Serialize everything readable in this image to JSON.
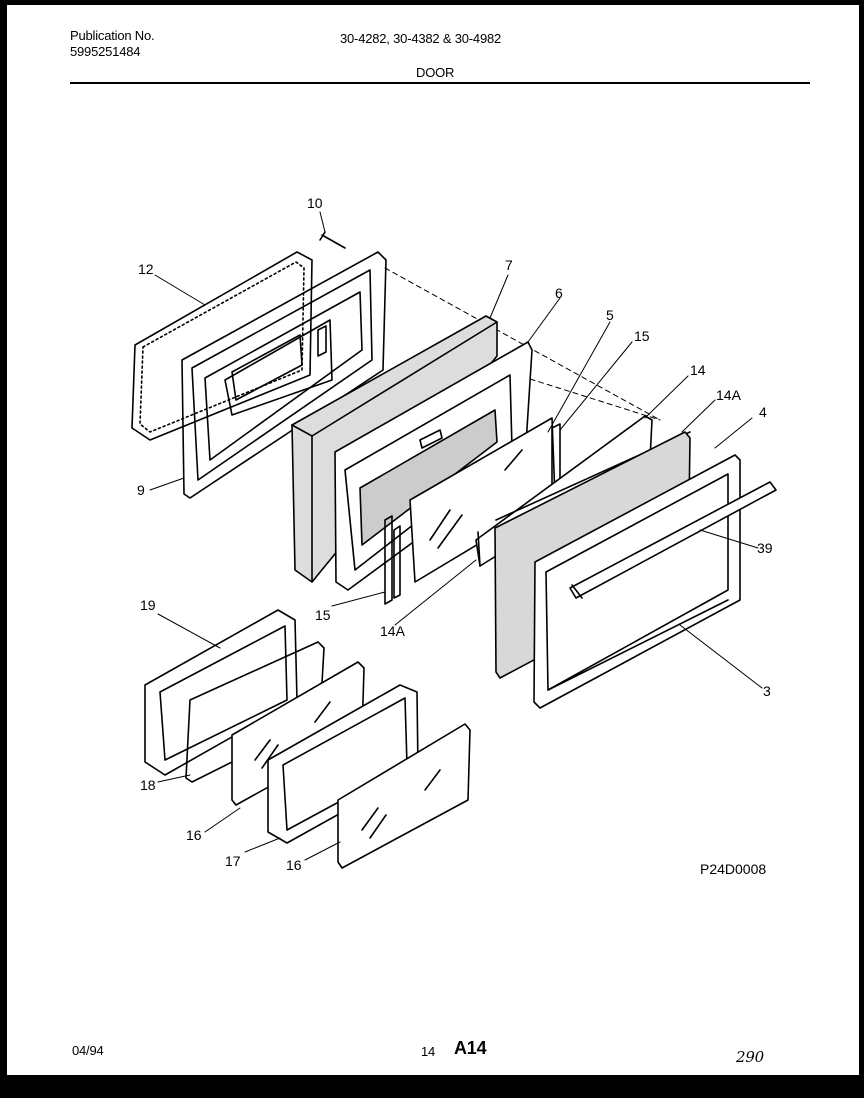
{
  "header": {
    "publication_label": "Publication No.",
    "publication_number": "5995251484",
    "models": "30-4282, 30-4382 & 30-4982",
    "section_title": "DOOR"
  },
  "callouts": {
    "c10": "10",
    "c12": "12",
    "c7": "7",
    "c6": "6",
    "c5": "5",
    "c15_top": "15",
    "c14": "14",
    "c14A_top": "14A",
    "c4": "4",
    "c9": "9",
    "c39": "39",
    "c15_bottom": "15",
    "c14A_bottom": "14A",
    "c3": "3",
    "c19": "19",
    "c18": "18",
    "c16_a": "16",
    "c17": "17",
    "c16_b": "16"
  },
  "diagram_code": "P24D0008",
  "footer": {
    "date": "04/94",
    "page_number": "14",
    "page_code": "A14",
    "handwritten_note": "290"
  }
}
